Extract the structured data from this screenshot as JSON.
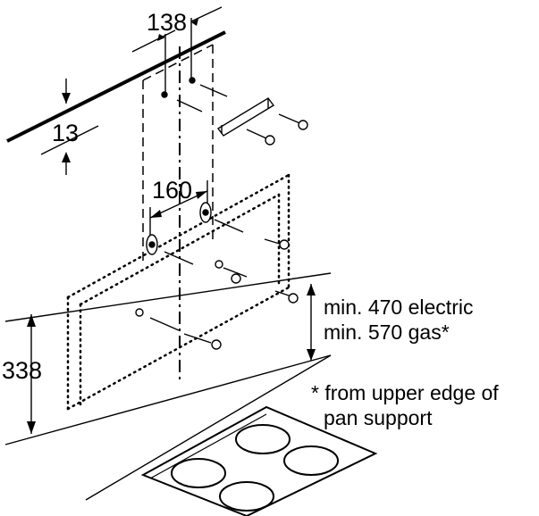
{
  "dimensions": {
    "mount_gap": "138",
    "ceiling_offset": "13",
    "bracket_spacing": "160",
    "hood_height": "338"
  },
  "clearance": {
    "electric": "min. 470 electric",
    "gas": "min. 570 gas*"
  },
  "footnote": {
    "line1": "* from upper edge of",
    "line2": "pan support"
  },
  "colors": {
    "line": "#000000",
    "background": "#ffffff"
  }
}
